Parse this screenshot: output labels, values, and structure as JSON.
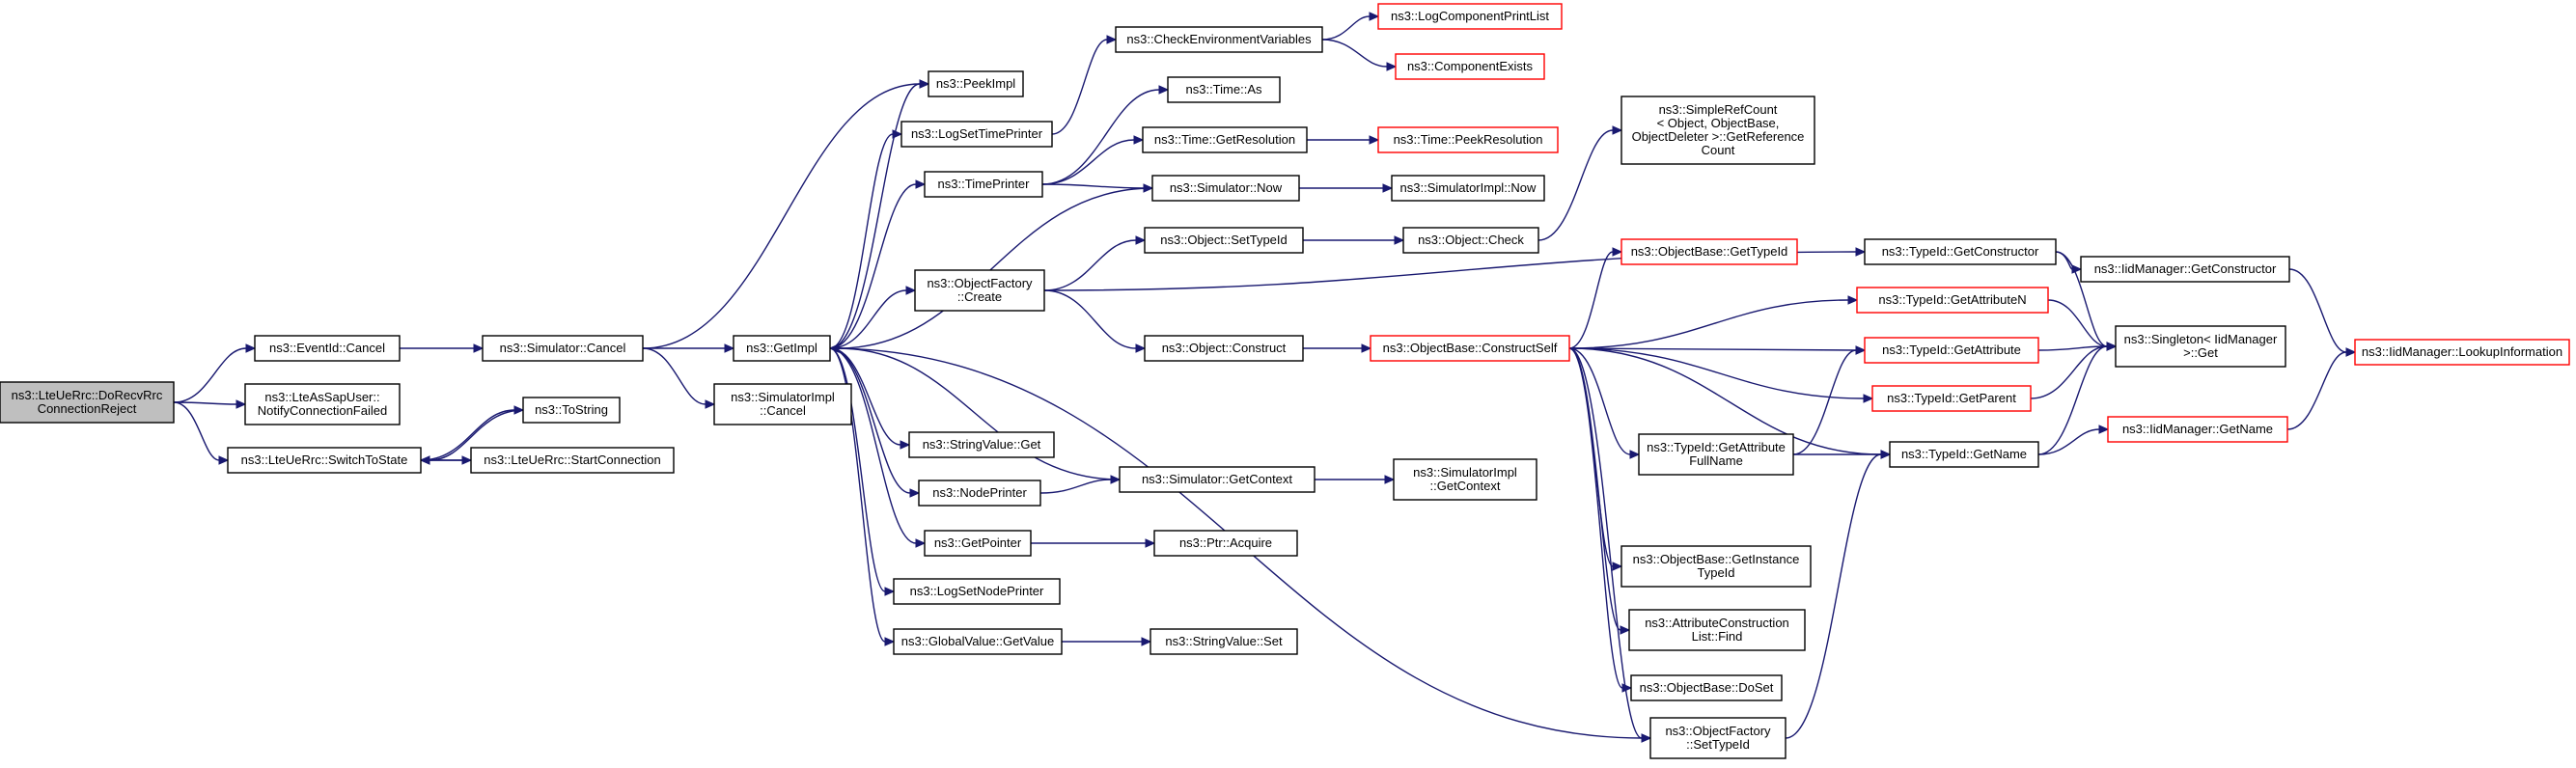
{
  "graph": {
    "edge_color": "#191970",
    "missing_border_color": "#ff0000",
    "root_fill": "#bfbfbf",
    "nodes": [
      {
        "id": "n0",
        "lines": [
          "ns3::LteUeRrc::DoRecvRrc",
          "ConnectionReject"
        ],
        "root": true
      },
      {
        "id": "n1",
        "lines": [
          "ns3::EventId::Cancel"
        ]
      },
      {
        "id": "n2",
        "lines": [
          "ns3::LteAsSapUser::",
          "NotifyConnectionFailed"
        ]
      },
      {
        "id": "n3",
        "lines": [
          "ns3::LteUeRrc::SwitchToState"
        ]
      },
      {
        "id": "n4",
        "lines": [
          "ns3::Simulator::Cancel"
        ]
      },
      {
        "id": "n5",
        "lines": [
          "ns3::ToString"
        ]
      },
      {
        "id": "n6",
        "lines": [
          "ns3::LteUeRrc::StartConnection"
        ]
      },
      {
        "id": "n7",
        "lines": [
          "ns3::GetImpl"
        ]
      },
      {
        "id": "n8",
        "lines": [
          "ns3::SimulatorImpl",
          "::Cancel"
        ]
      },
      {
        "id": "n9",
        "lines": [
          "ns3::PeekImpl"
        ]
      },
      {
        "id": "n10",
        "lines": [
          "ns3::LogSetTimePrinter"
        ]
      },
      {
        "id": "n11",
        "lines": [
          "ns3::TimePrinter"
        ]
      },
      {
        "id": "n12",
        "lines": [
          "ns3::ObjectFactory",
          "::Create"
        ]
      },
      {
        "id": "n13",
        "lines": [
          "ns3::StringValue::Get"
        ]
      },
      {
        "id": "n14",
        "lines": [
          "ns3::NodePrinter"
        ]
      },
      {
        "id": "n15",
        "lines": [
          "ns3::GetPointer"
        ]
      },
      {
        "id": "n16",
        "lines": [
          "ns3::LogSetNodePrinter"
        ]
      },
      {
        "id": "n17",
        "lines": [
          "ns3::GlobalValue::GetValue"
        ]
      },
      {
        "id": "n18",
        "lines": [
          "ns3::CheckEnvironmentVariables"
        ]
      },
      {
        "id": "n19",
        "lines": [
          "ns3::Time::As"
        ]
      },
      {
        "id": "n20",
        "lines": [
          "ns3::Time::GetResolution"
        ]
      },
      {
        "id": "n21",
        "lines": [
          "ns3::Simulator::Now"
        ]
      },
      {
        "id": "n22",
        "lines": [
          "ns3::Object::SetTypeId"
        ]
      },
      {
        "id": "n23",
        "lines": [
          "ns3::Object::Construct"
        ]
      },
      {
        "id": "n24",
        "lines": [
          "ns3::Simulator::GetContext"
        ]
      },
      {
        "id": "n25",
        "lines": [
          "ns3::Ptr::Acquire"
        ]
      },
      {
        "id": "n26",
        "lines": [
          "ns3::StringValue::Set"
        ]
      },
      {
        "id": "n27",
        "lines": [
          "ns3::LogComponentPrintList"
        ],
        "missing": true
      },
      {
        "id": "n28",
        "lines": [
          "ns3::ComponentExists"
        ],
        "missing": true
      },
      {
        "id": "n29",
        "lines": [
          "ns3::Time::PeekResolution"
        ],
        "missing": true
      },
      {
        "id": "n30",
        "lines": [
          "ns3::SimulatorImpl::Now"
        ]
      },
      {
        "id": "n31",
        "lines": [
          "ns3::Object::Check"
        ]
      },
      {
        "id": "n32",
        "lines": [
          "ns3::ObjectBase::ConstructSelf"
        ],
        "missing": true
      },
      {
        "id": "n33",
        "lines": [
          "ns3::SimulatorImpl",
          "::GetContext"
        ]
      },
      {
        "id": "n34",
        "lines": [
          "ns3::SimpleRefCount",
          "< Object, ObjectBase,",
          "ObjectDeleter >::GetReference",
          "Count"
        ]
      },
      {
        "id": "n35",
        "lines": [
          "ns3::ObjectBase::GetTypeId"
        ],
        "missing": true
      },
      {
        "id": "n36",
        "lines": [
          "ns3::TypeId::GetAttribute",
          "FullName"
        ]
      },
      {
        "id": "n37",
        "lines": [
          "ns3::ObjectBase::GetInstance",
          "TypeId"
        ]
      },
      {
        "id": "n38",
        "lines": [
          "ns3::AttributeConstruction",
          "List::Find"
        ]
      },
      {
        "id": "n39",
        "lines": [
          "ns3::ObjectBase::DoSet"
        ]
      },
      {
        "id": "n40",
        "lines": [
          "ns3::ObjectFactory",
          "::SetTypeId"
        ]
      },
      {
        "id": "n41",
        "lines": [
          "ns3::TypeId::GetConstructor"
        ]
      },
      {
        "id": "n42",
        "lines": [
          "ns3::TypeId::GetAttributeN"
        ],
        "missing": true
      },
      {
        "id": "n43",
        "lines": [
          "ns3::TypeId::GetAttribute"
        ],
        "missing": true
      },
      {
        "id": "n44",
        "lines": [
          "ns3::TypeId::GetParent"
        ],
        "missing": true
      },
      {
        "id": "n45",
        "lines": [
          "ns3::TypeId::GetName"
        ]
      },
      {
        "id": "n46",
        "lines": [
          "ns3::IidManager::GetConstructor"
        ]
      },
      {
        "id": "n47",
        "lines": [
          "ns3::Singleton< IidManager",
          ">::Get"
        ]
      },
      {
        "id": "n48",
        "lines": [
          "ns3::IidManager::GetName"
        ],
        "missing": true
      },
      {
        "id": "n49",
        "lines": [
          "ns3::IidManager::LookupInformation"
        ],
        "missing": true
      }
    ],
    "edges": [
      [
        "n0",
        "n1"
      ],
      [
        "n0",
        "n2"
      ],
      [
        "n0",
        "n3"
      ],
      [
        "n1",
        "n4"
      ],
      [
        "n3",
        "n5"
      ],
      [
        "n3",
        "n6"
      ],
      [
        "n6",
        "n3"
      ],
      [
        "n5",
        "n3"
      ],
      [
        "n4",
        "n7"
      ],
      [
        "n4",
        "n8"
      ],
      [
        "n4",
        "n9"
      ],
      [
        "n7",
        "n9"
      ],
      [
        "n7",
        "n10"
      ],
      [
        "n7",
        "n11"
      ],
      [
        "n7",
        "n12"
      ],
      [
        "n7",
        "n13"
      ],
      [
        "n7",
        "n14"
      ],
      [
        "n7",
        "n15"
      ],
      [
        "n7",
        "n16"
      ],
      [
        "n7",
        "n17"
      ],
      [
        "n7",
        "n40"
      ],
      [
        "n10",
        "n18"
      ],
      [
        "n18",
        "n27"
      ],
      [
        "n18",
        "n28"
      ],
      [
        "n11",
        "n19"
      ],
      [
        "n11",
        "n20"
      ],
      [
        "n11",
        "n21"
      ],
      [
        "n20",
        "n29"
      ],
      [
        "n21",
        "n30"
      ],
      [
        "n21",
        "n7"
      ],
      [
        "n12",
        "n22"
      ],
      [
        "n12",
        "n23"
      ],
      [
        "n12",
        "n41"
      ],
      [
        "n22",
        "n31"
      ],
      [
        "n31",
        "n34"
      ],
      [
        "n23",
        "n32"
      ],
      [
        "n14",
        "n24"
      ],
      [
        "n24",
        "n33"
      ],
      [
        "n24",
        "n7"
      ],
      [
        "n15",
        "n25"
      ],
      [
        "n17",
        "n26"
      ],
      [
        "n32",
        "n35"
      ],
      [
        "n32",
        "n36"
      ],
      [
        "n32",
        "n37"
      ],
      [
        "n32",
        "n38"
      ],
      [
        "n32",
        "n39"
      ],
      [
        "n32",
        "n40"
      ],
      [
        "n32",
        "n42"
      ],
      [
        "n32",
        "n43"
      ],
      [
        "n32",
        "n44"
      ],
      [
        "n32",
        "n45"
      ],
      [
        "n36",
        "n43"
      ],
      [
        "n36",
        "n45"
      ],
      [
        "n40",
        "n45"
      ],
      [
        "n41",
        "n46"
      ],
      [
        "n41",
        "n47"
      ],
      [
        "n42",
        "n47"
      ],
      [
        "n43",
        "n47"
      ],
      [
        "n44",
        "n47"
      ],
      [
        "n45",
        "n47"
      ],
      [
        "n45",
        "n48"
      ],
      [
        "n46",
        "n49"
      ],
      [
        "n48",
        "n49"
      ]
    ]
  }
}
